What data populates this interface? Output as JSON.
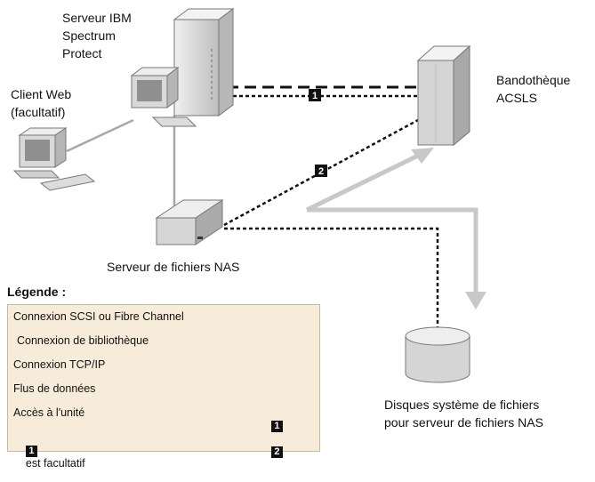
{
  "labels": {
    "server": "Serveur IBM\nSpectrum\nProtect",
    "client": "Client Web\n(facultatif)",
    "library": "Bandothèque\nACSLS",
    "nas": "Serveur de fichiers NAS",
    "disks": "Disques système de fichiers\npour serveur de fichiers NAS"
  },
  "badges": {
    "one": "1",
    "two": "2"
  },
  "legend": {
    "title": "Légende :",
    "rows": [
      "Connexion SCSI ou Fibre Channel",
      "Connexion de bibliothèque",
      "Connexion TCP/IP",
      "Flus de données",
      "Accès à l'unité"
    ],
    "optional_text": "est facultatif"
  },
  "colors": {
    "device_light": "#e8e8e8",
    "device_mid": "#c9c9c9",
    "device_dark": "#9a9a9a",
    "tcp_line": "#a8a8a8",
    "data_flow": "#c8c8c8",
    "legend_bg": "#f6ecd9"
  }
}
